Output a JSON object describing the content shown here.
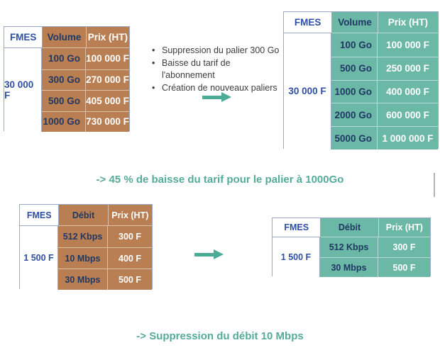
{
  "colors": {
    "before_fill": "#b97f52",
    "after_fill": "#6cb8a6",
    "fmes_blue": "#2e4fa3",
    "navy": "#1f3864",
    "white": "#ffffff",
    "caption_teal": "#55ab99",
    "arrow_teal": "#4aab96",
    "bullet_text": "#3d3d3d",
    "table_border": "#9aa8c6"
  },
  "tables": {
    "before_volume": {
      "header": [
        "FMES",
        "Volume",
        "Prix (HT)"
      ],
      "span_value": "30 000 F",
      "rows": [
        [
          "100 Go",
          "100 000 F"
        ],
        [
          "300 Go",
          "270 000 F"
        ],
        [
          "500 Go",
          "405 000 F"
        ],
        [
          "1000 Go",
          "730 000 F"
        ]
      ]
    },
    "after_volume": {
      "header": [
        "FMES",
        "Volume",
        "Prix (HT)"
      ],
      "span_value": "30 000 F",
      "rows": [
        [
          "100 Go",
          "100 000 F"
        ],
        [
          "500 Go",
          "250 000 F"
        ],
        [
          "1000 Go",
          "400 000 F"
        ],
        [
          "2000 Go",
          "600 000 F"
        ],
        [
          "5000 Go",
          "1 000 000 F"
        ]
      ]
    },
    "before_debit": {
      "header": [
        "FMES",
        "Débit",
        "Prix (HT)"
      ],
      "span_value": "1 500 F",
      "rows": [
        [
          "512 Kbps",
          "300 F"
        ],
        [
          "10 Mbps",
          "400 F"
        ],
        [
          "30 Mbps",
          "500 F"
        ]
      ]
    },
    "after_debit": {
      "header": [
        "FMES",
        "Débit",
        "Prix (HT)"
      ],
      "span_value": "1 500 F",
      "rows": [
        [
          "512 Kbps",
          "300 F"
        ],
        [
          "30 Mbps",
          "500 F"
        ]
      ]
    }
  },
  "bullets": [
    "Suppression du palier 300 Go",
    "Baisse du tarif de l'abonnement",
    "Création de nouveaux paliers"
  ],
  "captions": {
    "volume": "-> 45 % de baisse du tarif pour le palier à 1000Go",
    "debit": "-> Suppression du débit 10 Mbps"
  }
}
